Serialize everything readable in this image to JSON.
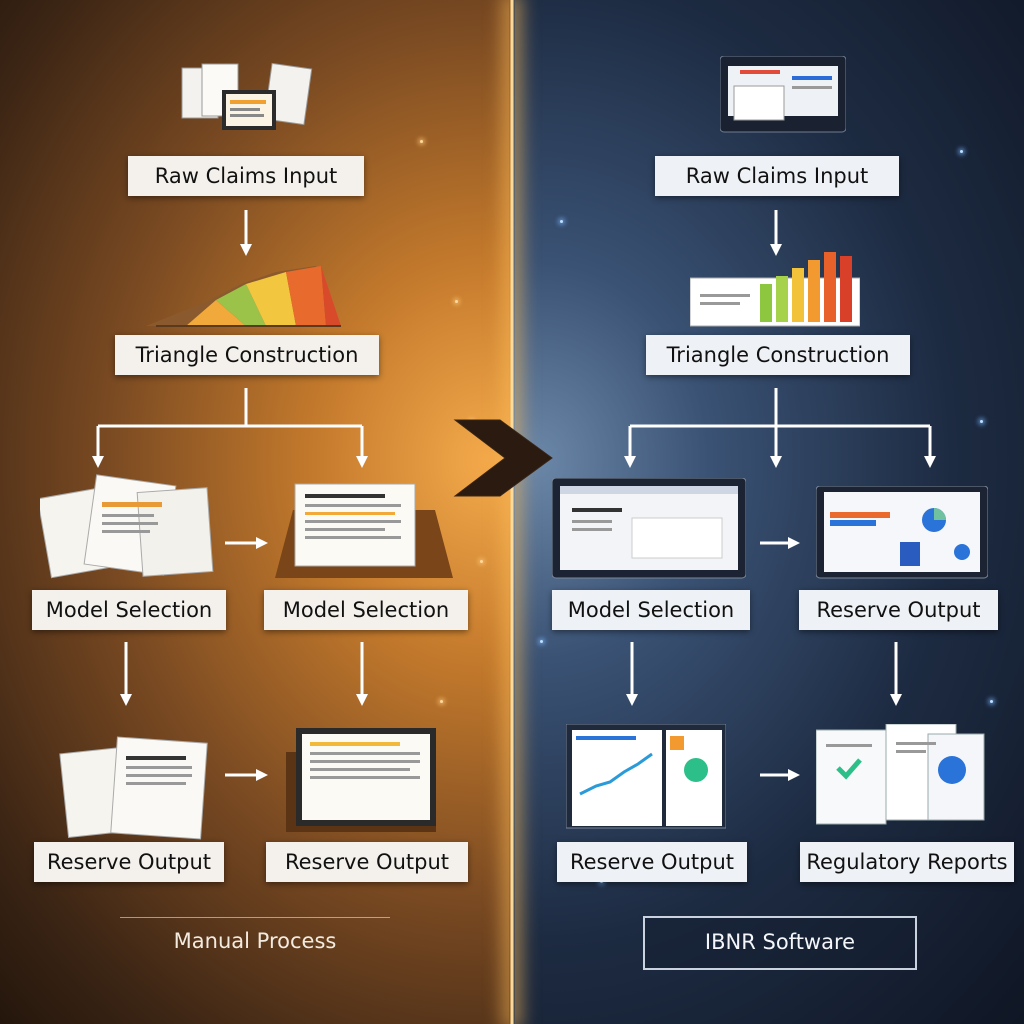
{
  "left": {
    "step1": "Raw Claims Input",
    "step2": "Triangle Construction",
    "step3a": "Model Selection",
    "step3b": "Model Selection",
    "step4a": "Reserve Output",
    "step4b": "Reserve Output",
    "footer": "Manual Process"
  },
  "right": {
    "step1": "Raw Claims Input",
    "step2": "Triangle Construction",
    "step3a": "Model Selection",
    "step3b": "Reserve Output",
    "step4a": "Reserve Output",
    "step4b": "Regulatory Reports",
    "footer": "IBNR Software"
  },
  "colors": {
    "warm_accent": "#f3a94a",
    "cool_accent": "#3a5274",
    "label_bg": "#f4f1ec"
  }
}
